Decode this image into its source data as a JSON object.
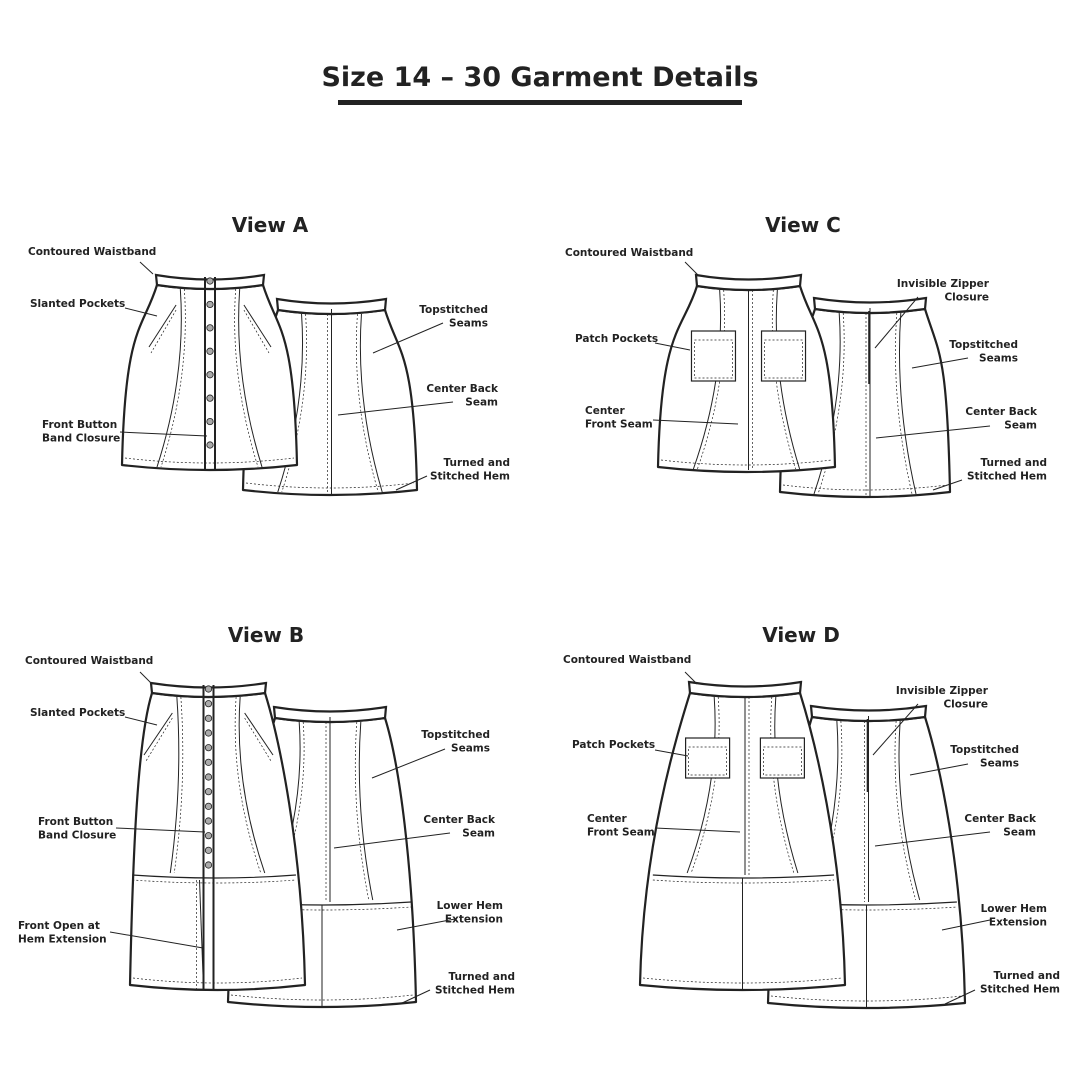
{
  "title": "Size 14 – 30 Garment Details",
  "views": {
    "a": {
      "title": "View A",
      "labels": {
        "waistband": [
          "Contoured Waistband"
        ],
        "pockets": [
          "Slanted Pockets"
        ],
        "button_band": [
          "Front Button",
          "Band Closure"
        ],
        "topstitched": [
          "Topstitched",
          "Seams"
        ],
        "center_back": [
          "Center Back",
          "Seam"
        ],
        "hem": [
          "Turned and",
          "Stitched Hem"
        ]
      }
    },
    "b": {
      "title": "View B",
      "labels": {
        "waistband": [
          "Contoured Waistband"
        ],
        "pockets": [
          "Slanted Pockets"
        ],
        "button_band": [
          "Front Button",
          "Band Closure"
        ],
        "front_open": [
          "Front Open at",
          "Hem Extension"
        ],
        "topstitched": [
          "Topstitched",
          "Seams"
        ],
        "center_back": [
          "Center Back",
          "Seam"
        ],
        "lower_hem": [
          "Lower Hem",
          "Extension"
        ],
        "hem": [
          "Turned and",
          "Stitched Hem"
        ]
      }
    },
    "c": {
      "title": "View C",
      "labels": {
        "waistband": [
          "Contoured Waistband"
        ],
        "zipper": [
          "Invisible Zipper",
          "Closure"
        ],
        "pockets": [
          "Patch Pockets"
        ],
        "topstitched": [
          "Topstitched",
          "Seams"
        ],
        "center_front": [
          "Center",
          "Front Seam"
        ],
        "center_back": [
          "Center Back",
          "Seam"
        ],
        "hem": [
          "Turned and",
          "Stitched Hem"
        ]
      }
    },
    "d": {
      "title": "View D",
      "labels": {
        "waistband": [
          "Contoured Waistband"
        ],
        "zipper": [
          "Invisible Zipper",
          "Closure"
        ],
        "pockets": [
          "Patch Pockets"
        ],
        "topstitched": [
          "Topstitched",
          "Seams"
        ],
        "center_front": [
          "Center",
          "Front Seam"
        ],
        "center_back": [
          "Center Back",
          "Seam"
        ],
        "lower_hem": [
          "Lower Hem",
          "Extension"
        ],
        "hem": [
          "Turned and",
          "Stitched Hem"
        ]
      }
    }
  },
  "colors": {
    "ink": "#222222",
    "background": "#ffffff"
  }
}
